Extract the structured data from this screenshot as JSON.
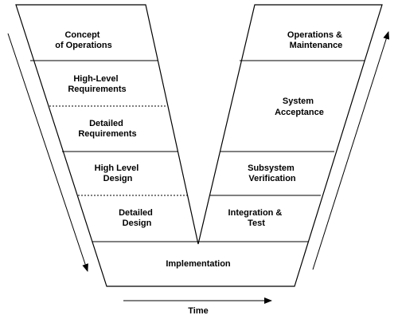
{
  "diagram": {
    "left_stages": [
      {
        "line1": "Concept",
        "line2": "of Operations"
      },
      {
        "line1": "High-Level",
        "line2": "Requirements"
      },
      {
        "line1": "Detailed",
        "line2": "Requirements"
      },
      {
        "line1": "High Level",
        "line2": "Design"
      },
      {
        "line1": "Detailed",
        "line2": "Design"
      }
    ],
    "right_stages": [
      {
        "line1": "Operations &",
        "line2": "Maintenance"
      },
      {
        "line1": "System",
        "line2": "Acceptance"
      },
      {
        "line1": "Subsystem",
        "line2": "Verification"
      },
      {
        "line1": "Integration &",
        "line2": "Test"
      }
    ],
    "bottom_stage": {
      "label": "Implementation"
    },
    "time_label": "Time",
    "colors": {
      "stroke": "#000000",
      "fill": "#ffffff"
    }
  }
}
